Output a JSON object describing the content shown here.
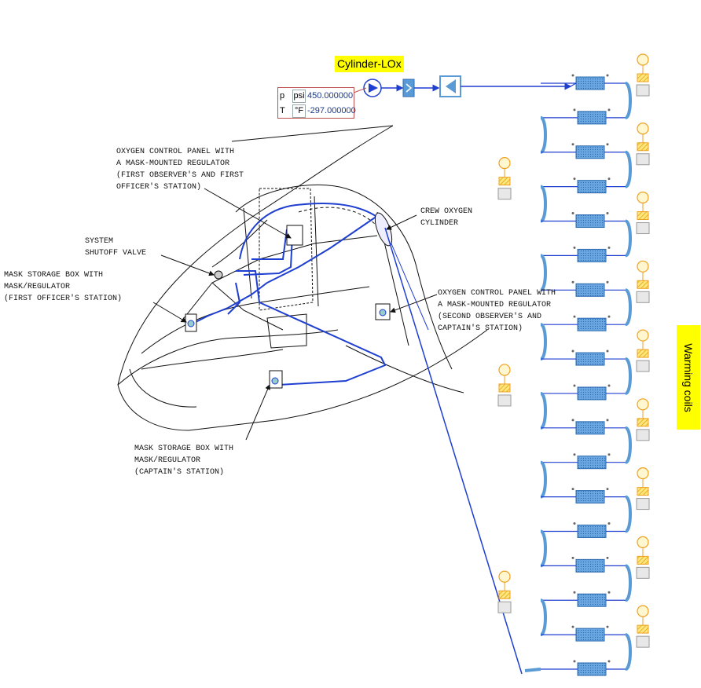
{
  "source": {
    "name": "Cylinder-LOx"
  },
  "parameters": [
    {
      "symbol": "p",
      "unit": "psi",
      "value": "450.000000"
    },
    {
      "symbol": "T",
      "unit": "°F",
      "value": "-297.000000"
    }
  ],
  "warming_label": "Warming coils",
  "callouts": {
    "oxygen_panel_first": [
      "OXYGEN CONTROL PANEL WITH",
      "A MASK-MOUNTED REGULATOR",
      "(FIRST OBSERVER'S AND FIRST",
      "OFFICER'S STATION)"
    ],
    "shutoff_valve": [
      "SYSTEM",
      "SHUTOFF VALVE"
    ],
    "mask_box_first": [
      "MASK STORAGE BOX WITH",
      "MASK/REGULATOR",
      "(FIRST OFFICER'S STATION)"
    ],
    "crew_cylinder": [
      "CREW OXYGEN",
      "CYLINDER"
    ],
    "oxygen_panel_second": [
      "OXYGEN CONTROL PANEL WITH",
      "A MASK-MOUNTED REGULATOR",
      "(SECOND OBSERVER'S AND",
      "CAPTAIN'S STATION)"
    ],
    "mask_box_captain": [
      "MASK STORAGE BOX WITH",
      "MASK/REGULATOR",
      "(CAPTAIN'S STATION)"
    ]
  },
  "colors": {
    "flow": "#1f3fd0",
    "pipe": "#5b9bd5",
    "sensor": "#f0a020",
    "outline": "#000000",
    "highlight": "#ffff00"
  },
  "coil_rows": 18
}
